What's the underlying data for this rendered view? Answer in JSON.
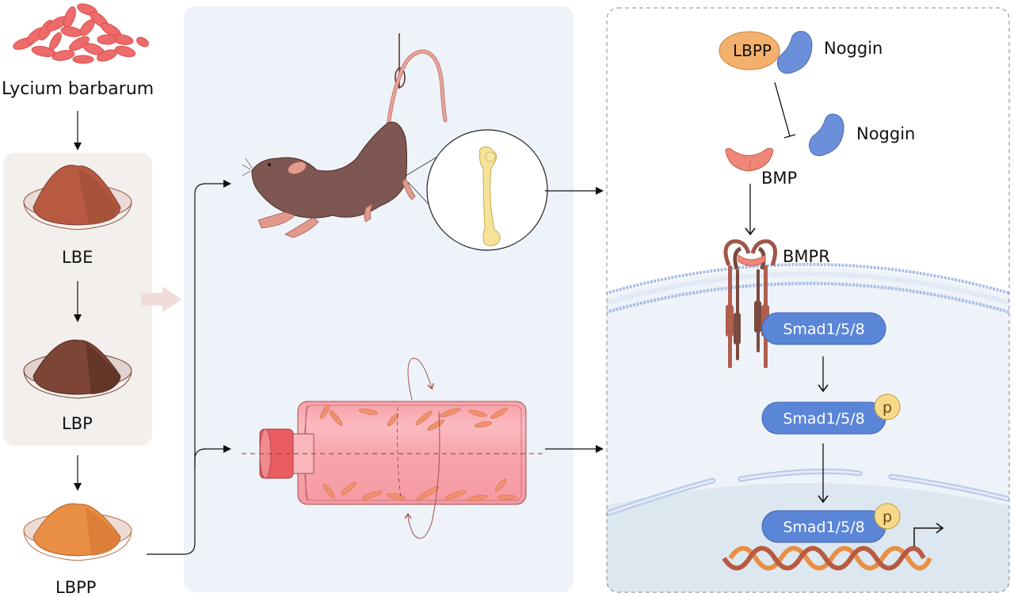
{
  "figure": {
    "source_panel": {
      "plant_label": "Lycium barbarum",
      "steps": [
        {
          "label": "LBE",
          "color": "#b85a42"
        },
        {
          "label": "LBP",
          "color": "#7d4536"
        },
        {
          "label": "LBPP",
          "color": "#e88f45"
        }
      ]
    },
    "models_panel": {
      "in_vivo": "rat hindlimb unloading (tail suspension) model with femur",
      "in_vitro": "rotating culture flask with cells"
    },
    "pathway_panel": {
      "complex_label": "LBPP",
      "noggin_bound_label": "Noggin",
      "noggin_free_label": "Noggin",
      "bmp_label": "BMP",
      "bmpr_label": "BMPR",
      "smad_labels": [
        "Smad1/5/8",
        "Smad1/5/8",
        "Smad1/5/8"
      ],
      "phospho_label": "p"
    },
    "colors": {
      "models_bg": "#eef3f9",
      "source_box_bg": "#f3efec",
      "cell_bg": "#eef3f9",
      "nucleus_bg": "#dde7ef",
      "smad": "#5b86d8",
      "noggin": "#6b8fd9",
      "lbpp_oval": "#f4b06d",
      "bmp": "#ef8678",
      "phospho": "#f8d98a",
      "membrane": "#a9bde6"
    }
  }
}
